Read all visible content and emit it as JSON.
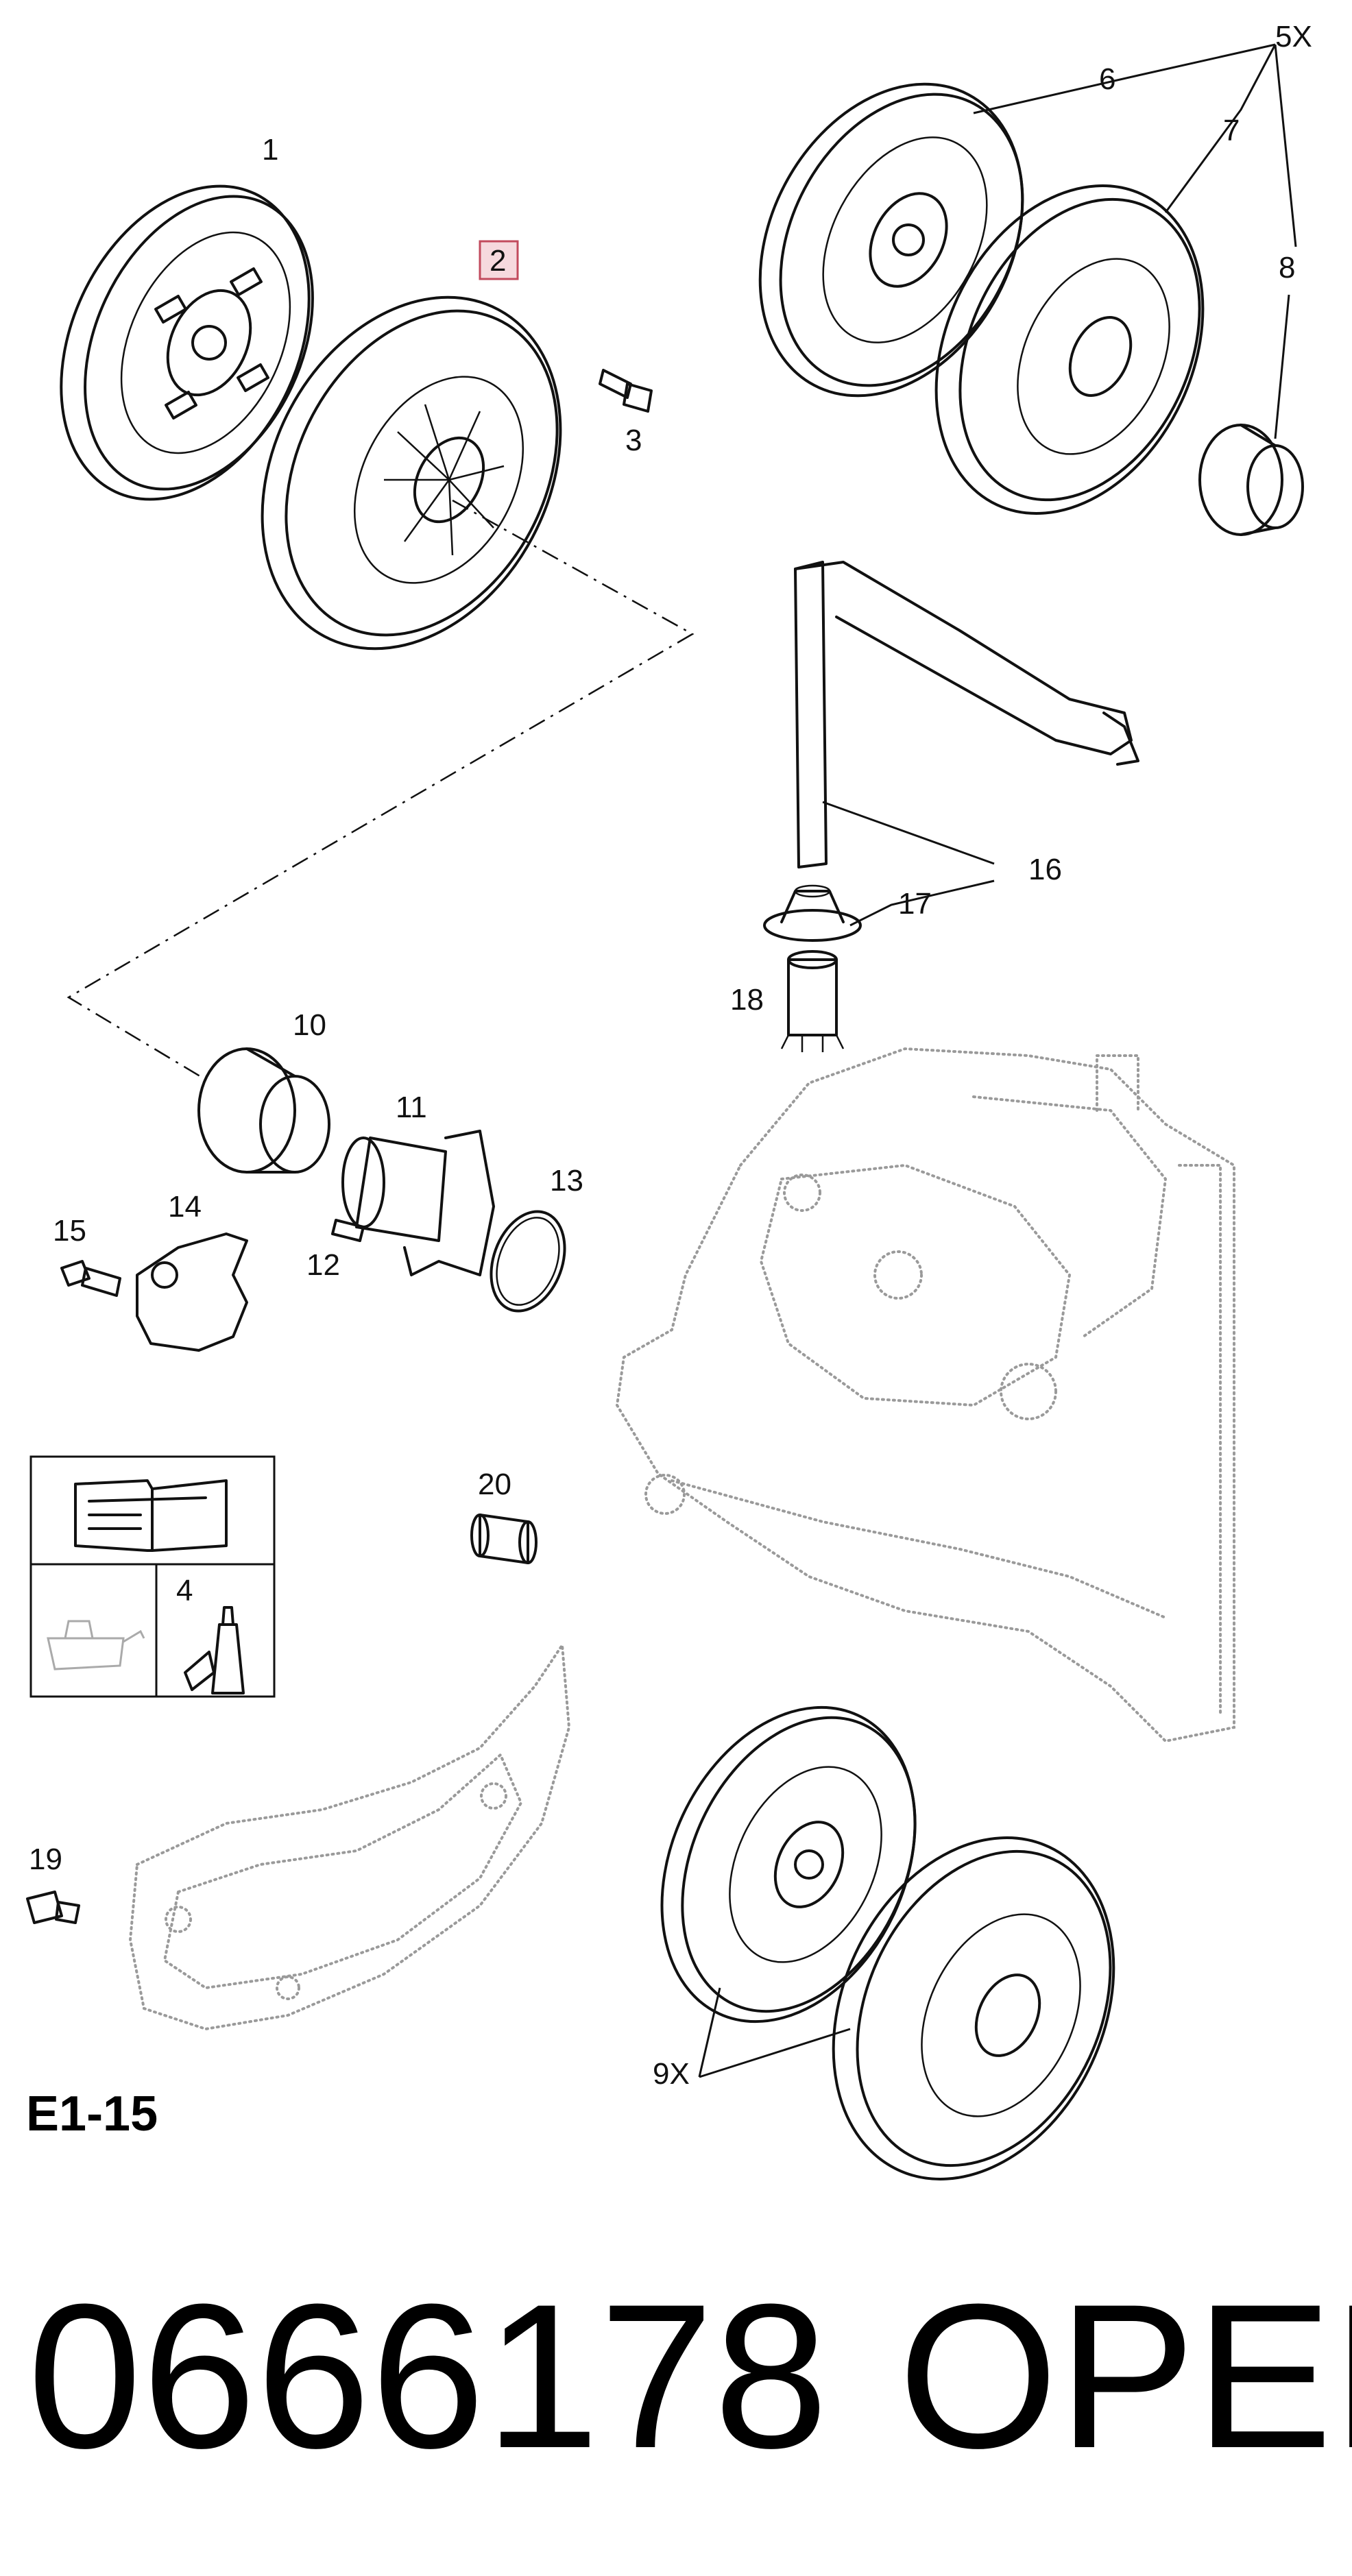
{
  "callouts": [
    {
      "id": "1",
      "text": "1"
    },
    {
      "id": "2",
      "text": "2",
      "highlighted": true
    },
    {
      "id": "3",
      "text": "3"
    },
    {
      "id": "4",
      "text": "4"
    },
    {
      "id": "5",
      "text": "5X"
    },
    {
      "id": "6",
      "text": "6"
    },
    {
      "id": "7",
      "text": "7"
    },
    {
      "id": "8",
      "text": "8"
    },
    {
      "id": "9",
      "text": "9X"
    },
    {
      "id": "10",
      "text": "10"
    },
    {
      "id": "11",
      "text": "11"
    },
    {
      "id": "12",
      "text": "12"
    },
    {
      "id": "13",
      "text": "13"
    },
    {
      "id": "14",
      "text": "14"
    },
    {
      "id": "15",
      "text": "15"
    },
    {
      "id": "16",
      "text": "16"
    },
    {
      "id": "17",
      "text": "17"
    },
    {
      "id": "18",
      "text": "18"
    },
    {
      "id": "19",
      "text": "19"
    },
    {
      "id": "20",
      "text": "20"
    }
  ],
  "section_code": "E1-15",
  "part_number": "0666178",
  "brand": "OPEL",
  "colors": {
    "ink": "#111111",
    "highlight_fill": "#f6d9de",
    "highlight_stroke": "#c24a5d",
    "ghost": "#9a9a9a"
  },
  "icons": [
    "repair-manual-icon",
    "oil-can-icon",
    "grease-tube-icon"
  ]
}
